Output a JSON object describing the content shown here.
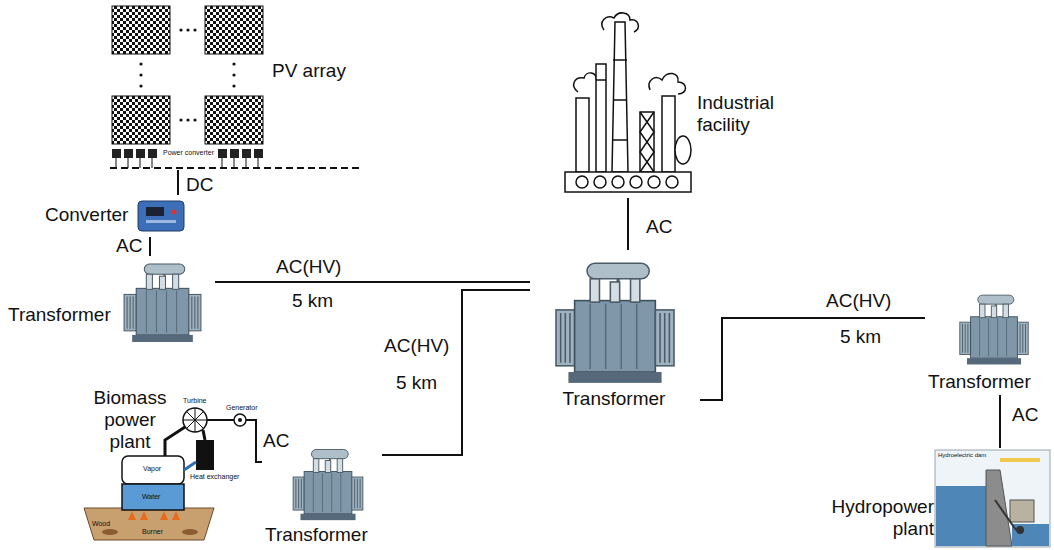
{
  "diagram": {
    "nodes": [
      {
        "text": [
          "PV array"
        ]
      },
      {
        "text": [
          "Converter"
        ]
      },
      {
        "text": [
          "Transformer"
        ]
      },
      {
        "text": [
          "Industrial facility"
        ]
      },
      {
        "text": [
          "Transformer"
        ]
      },
      {
        "text": [
          "Biomass power plant"
        ]
      },
      {
        "text": [
          "Transformer"
        ]
      },
      {
        "text": [
          "Transformer"
        ]
      },
      {
        "text": [
          "Hydropower plant"
        ]
      }
    ],
    "edges": [
      {
        "from": 0,
        "to": 1,
        "arrow": "none",
        "label": "DC"
      },
      {
        "from": 1,
        "to": 2,
        "arrow": "none",
        "label": "AC"
      },
      {
        "from": 2,
        "to": 4,
        "arrow": "none",
        "label": "AC(HV)"
      },
      {
        "from": 3,
        "to": 4,
        "arrow": "none",
        "label": "AC"
      },
      {
        "from": 5,
        "to": 6,
        "arrow": "none",
        "label": "AC"
      },
      {
        "from": 6,
        "to": 4,
        "arrow": "none",
        "label": "AC(HV)"
      },
      {
        "from": 4,
        "to": 7,
        "arrow": "none",
        "label": "AC(HV)"
      },
      {
        "from": 7,
        "to": 8,
        "arrow": "none",
        "label": "AC"
      }
    ],
    "labels": [
      "Power converter",
      "5 km",
      "5 km",
      "5 km",
      "Turbine",
      "Generator",
      "Vapor",
      "Water",
      "Heat exchanger",
      "Wood",
      "Burner",
      "Hydroelectric dam"
    ]
  }
}
